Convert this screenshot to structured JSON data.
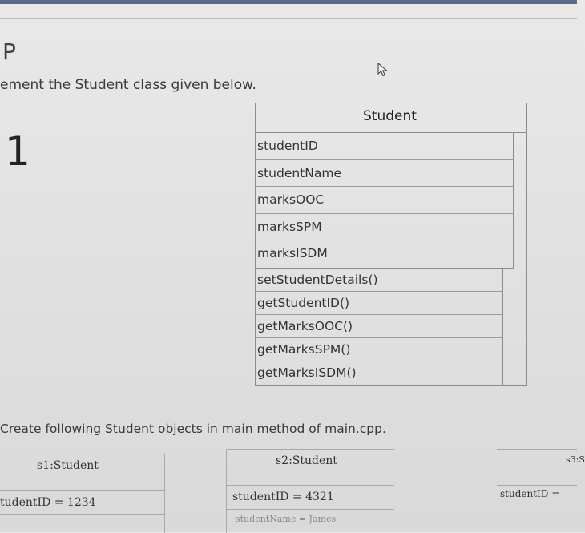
{
  "heading_letter": "P",
  "instruction": "ement the Student class given below.",
  "question_number": "1",
  "class_diagram": {
    "class_name": "Student",
    "attributes": [
      "studentID",
      "studentName",
      "marksOOC",
      "marksSPM",
      "marksISDM"
    ],
    "methods": [
      "setStudentDetails()",
      "getStudentID()",
      "getMarksOOC()",
      "getMarksSPM()",
      "getMarksISDM()"
    ]
  },
  "create_instruction": "Create following Student objects in main method of main.cpp.",
  "objects": [
    {
      "name": "s1:Student",
      "attr": "tudentID = 1234"
    },
    {
      "name": "s2:Student",
      "attr": "studentID = 4321",
      "attr2": "studentName = James"
    },
    {
      "name": "s3:S",
      "attr": "studentID ="
    }
  ]
}
